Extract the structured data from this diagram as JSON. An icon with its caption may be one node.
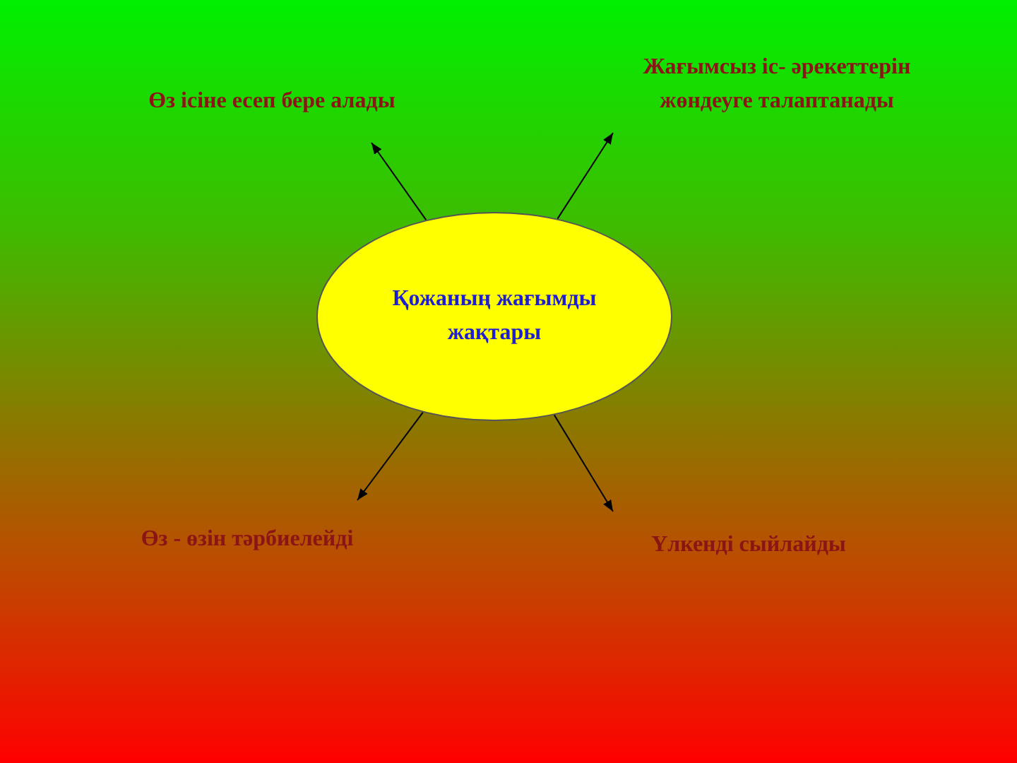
{
  "diagram": {
    "nodes": [
      {
        "text": [
          "Өз ісіне есеп бере алады"
        ]
      },
      {
        "text": [
          "Жағымсыз іс- әрекеттерін жөндеуге талаптанады"
        ]
      },
      {
        "text": [
          "Қожаның жағымды жақтары"
        ]
      },
      {
        "text": [
          "Өз - өзін тәрбиелейді"
        ]
      },
      {
        "text": [
          "Үлкенді сыйлайды"
        ]
      }
    ],
    "edges": [
      {
        "from": 2,
        "to": 0,
        "arrow": "to"
      },
      {
        "from": 2,
        "to": 1,
        "arrow": "to"
      },
      {
        "from": 2,
        "to": 3,
        "arrow": "to"
      },
      {
        "from": 2,
        "to": 4,
        "arrow": "to"
      }
    ]
  }
}
